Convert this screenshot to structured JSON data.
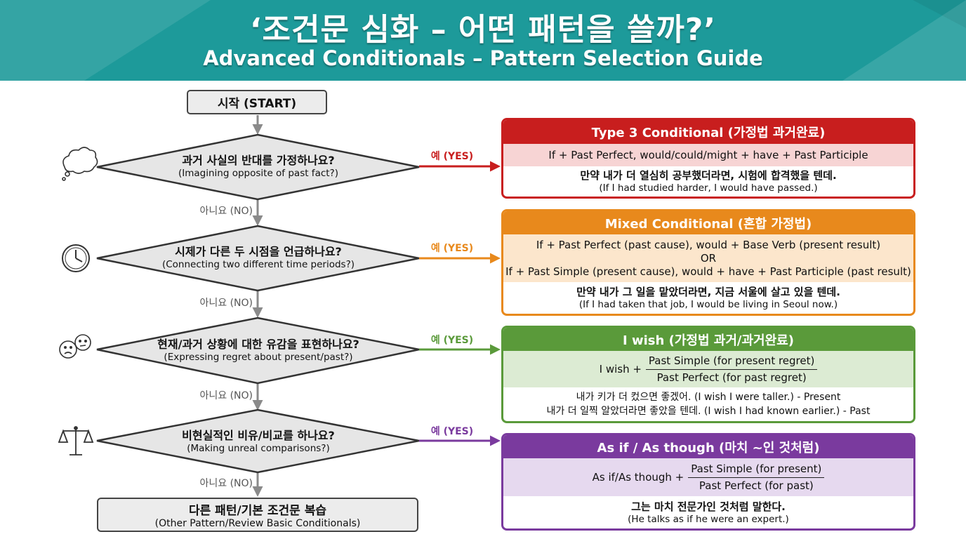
{
  "header": {
    "title_ko": "‘조건문 심화 – 어떤 패턴을 쓸까?’",
    "title_en": "Advanced Conditionals – Pattern Selection Guide",
    "bg_color": "#1d9a9a"
  },
  "flow": {
    "start": "시작 (START)",
    "questions": [
      {
        "ko": "과거 사실의 반대를 가정하나요?",
        "en": "(Imagining opposite of past fact?)",
        "icon": "thought-bubble-icon",
        "yes": "예 (YES)",
        "no": "아니요 (NO)",
        "color": "#c81e1e"
      },
      {
        "ko": "시제가 다른 두 시점을 언급하나요?",
        "en": "(Connecting two different time periods?)",
        "icon": "clock-icon",
        "yes": "예 (YES)",
        "no": "아니요 (NO)",
        "color": "#e8891c"
      },
      {
        "ko": "현재/과거 상황에 대한 유감을 표현하나요?",
        "en": "(Expressing regret about present/past?)",
        "icon": "sad-face-icon",
        "yes": "예 (YES)",
        "no": "아니요 (NO)",
        "color": "#5a9a3a"
      },
      {
        "ko": "비현실적인 비유/비교를 하나요?",
        "en": "(Making unreal comparisons?)",
        "icon": "balance-scale-icon",
        "yes": "예 (YES)",
        "no": "아니요 (NO)",
        "color": "#7a3a9e"
      }
    ],
    "end_ko": "다른 패턴/기본 조건문 복습",
    "end_en": "(Other Pattern/Review Basic Conditionals)"
  },
  "results": {
    "type3": {
      "title": "Type 3 Conditional (가정법 과거완료)",
      "formula": "If + Past Perfect, would/could/might + have + Past Participle",
      "example_ko": "만약 내가 더 열심히 공부했더라면, 시험에 합격했을 텐데.",
      "example_en": "(If I had studied harder, I would have passed.)",
      "color": "#c81e1e",
      "light": "#f7d4d4"
    },
    "mixed": {
      "title": "Mixed Conditional (혼합 가정법)",
      "formula1": "If + Past Perfect (past cause), would + Base Verb (present result)",
      "or": "OR",
      "formula2": "If + Past Simple (present cause), would + have + Past Participle (past result)",
      "example_ko": "만약 내가 그 일을 맡았더라면, 지금 서울에 살고 있을 텐데.",
      "example_en": "(If I had taken that job, I would be living in Seoul now.)",
      "color": "#e8891c",
      "light": "#fce6cc"
    },
    "wish": {
      "title": "I wish (가정법 과거/과거완료)",
      "lead": "I wish +",
      "top": "Past Simple (for present regret)",
      "bottom": "Past Perfect (for past regret)",
      "example1": "내가 키가 더 컸으면 좋겠어. (I wish I were taller.) - Present",
      "example2": "내가 더 일찍 알았더라면 좋았을 텐데. (I wish I had known earlier.) - Past",
      "color": "#5a9a3a",
      "light": "#dcebd3"
    },
    "asif": {
      "title": "As if / As though (마치 ~인 것처럼)",
      "lead": "As if/As though +",
      "top": "Past Simple (for present)",
      "bottom": "Past Perfect (for past)",
      "example_ko": "그는 마치 전문가인 것처럼 말한다.",
      "example_en": "(He talks as if he were an expert.)",
      "color": "#7a3a9e",
      "light": "#e6d9ef"
    }
  }
}
